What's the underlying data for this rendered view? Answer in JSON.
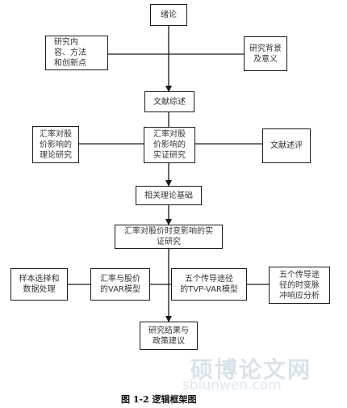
{
  "diagram": {
    "nodes": {
      "intro": "绪论",
      "content": "研究内\n容、方法\n和创新点",
      "background": "研究背景\n及意义",
      "literature": "文献综述",
      "lit_theory": "汇率对股\n价影响的\n理论研究",
      "lit_empirical": "汇率对股\n价影响的\n实证研究",
      "lit_review": "文献述评",
      "theory": "相关理论基础",
      "empirical": "汇率对股价时变影响的实\n证研究",
      "sample": "样本选择和\n数据处理",
      "var_model": "汇率与股价\n的VAR模型",
      "tvp_var": "五个传导途径\n的TVP-VAR模型",
      "impulse": "五个传导途\n径的时变脉\n冲响应分析",
      "conclusion": "研究结果与\n政策建议"
    },
    "line_color": "#1a1a1a"
  },
  "watermark": {
    "text": "硕博论文网",
    "url": "sblunwen.com"
  },
  "caption": "图 1-2    逻辑框架图"
}
